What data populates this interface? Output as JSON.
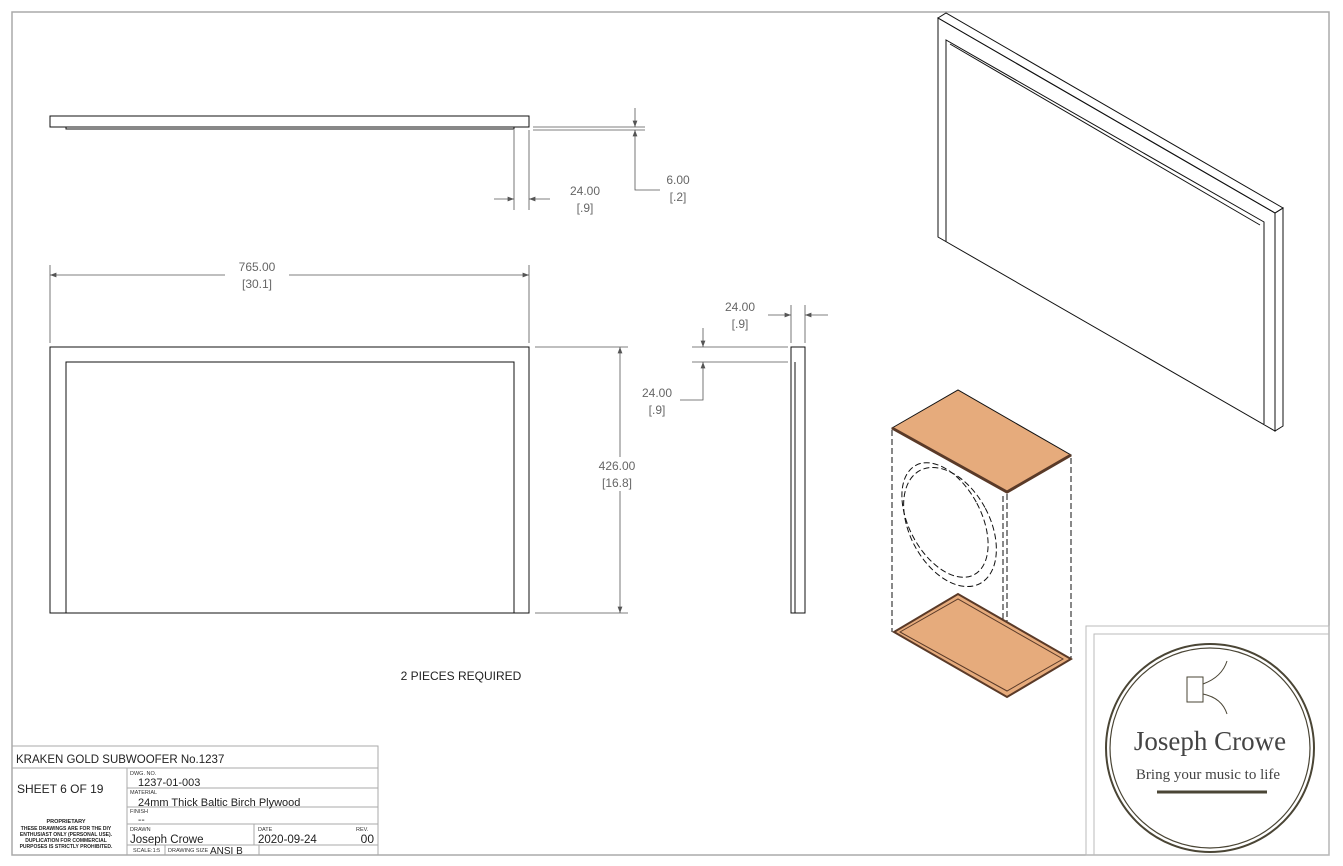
{
  "dimensions": {
    "top_thickness": {
      "mm": "24.00",
      "in": "[.9]"
    },
    "top_rebate": {
      "mm": "6.00",
      "in": "[.2]"
    },
    "width": {
      "mm": "765.00",
      "in": "[30.1]"
    },
    "height": {
      "mm": "426.00",
      "in": "[16.8]"
    },
    "side_thickness": {
      "mm": "24.00",
      "in": "[.9]"
    },
    "side_inset": {
      "mm": "24.00",
      "in": "[.9]"
    }
  },
  "note": "2 PIECES REQUIRED",
  "title_block": {
    "project": "KRAKEN GOLD SUBWOOFER No.1237",
    "sheet": "SHEET 6 OF 19",
    "dwg_no_label": "DWG. NO.",
    "dwg_no": "1237-01-003",
    "material_label": "MATERIAL",
    "material": "24mm Thick Baltic Birch Plywood",
    "finish_label": "FINISH",
    "finish": "--",
    "drawn_label": "DRAWN",
    "drawn": "Joseph Crowe",
    "date_label": "DATE",
    "date": "2020-09-24",
    "rev_label": "REV.",
    "rev": "00",
    "scale": "SCALE:1:5",
    "drawing_size_label": "DRAWING SIZE",
    "drawing_size": "ANSI B",
    "proprietary_title": "PROPRIETARY",
    "proprietary_lines": [
      "THESE DRAWINGS ARE FOR THE DIY",
      "ENTHUSIAST ONLY (PERSONAL USE).",
      "DUPLICATION FOR COMMERCIAL",
      "PURPOSES IS STRICTLY PROHIBITED."
    ]
  },
  "logo": {
    "name": "Joseph Crowe",
    "tagline": "Bring your music to life",
    "color": "#4a4535"
  },
  "colors": {
    "wood": "#e6ab7c",
    "wood_edge": "#5a3a28"
  }
}
